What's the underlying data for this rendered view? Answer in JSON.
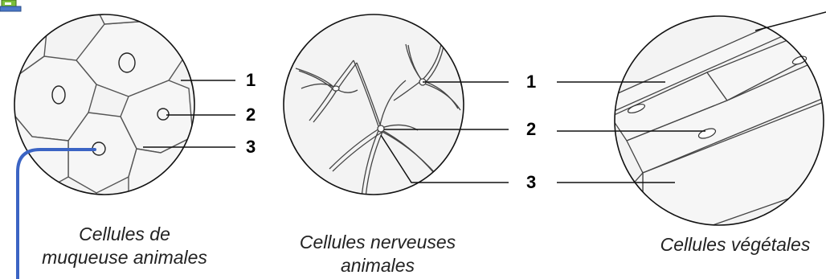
{
  "colors": {
    "outline": "#111111",
    "cell_fill": "#f4f4f4",
    "blue_line": "#3b64c4",
    "icon_green": "#7bbf3b",
    "icon_blue": "#4a78c8"
  },
  "icons": [
    "scale-icon"
  ],
  "panels": [
    {
      "caption_line1": "Cellules de",
      "caption_line2": "muqueuse animales",
      "labels": [
        "1",
        "2",
        "3"
      ]
    },
    {
      "caption_line1": "Cellules nerveuses",
      "caption_line2": "animales",
      "labels": [
        "1",
        "2",
        "3"
      ]
    },
    {
      "caption_line1": "Cellules végétales",
      "caption_line2": "",
      "labels": []
    }
  ]
}
